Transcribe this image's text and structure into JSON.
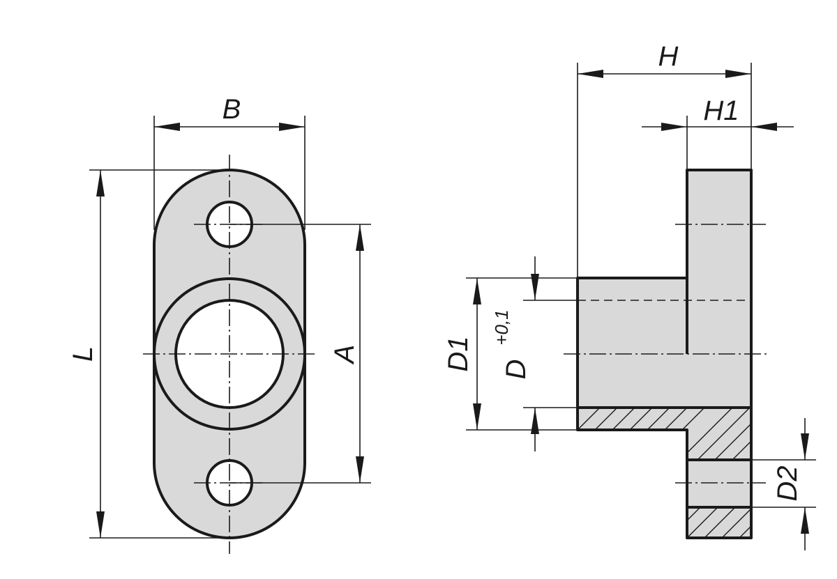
{
  "labels": {
    "B": "B",
    "L": "L",
    "A": "A",
    "H": "H",
    "H1": "H1",
    "D1": "D1",
    "D": "D",
    "D_tolerance": "+0,1",
    "D2": "D2"
  }
}
